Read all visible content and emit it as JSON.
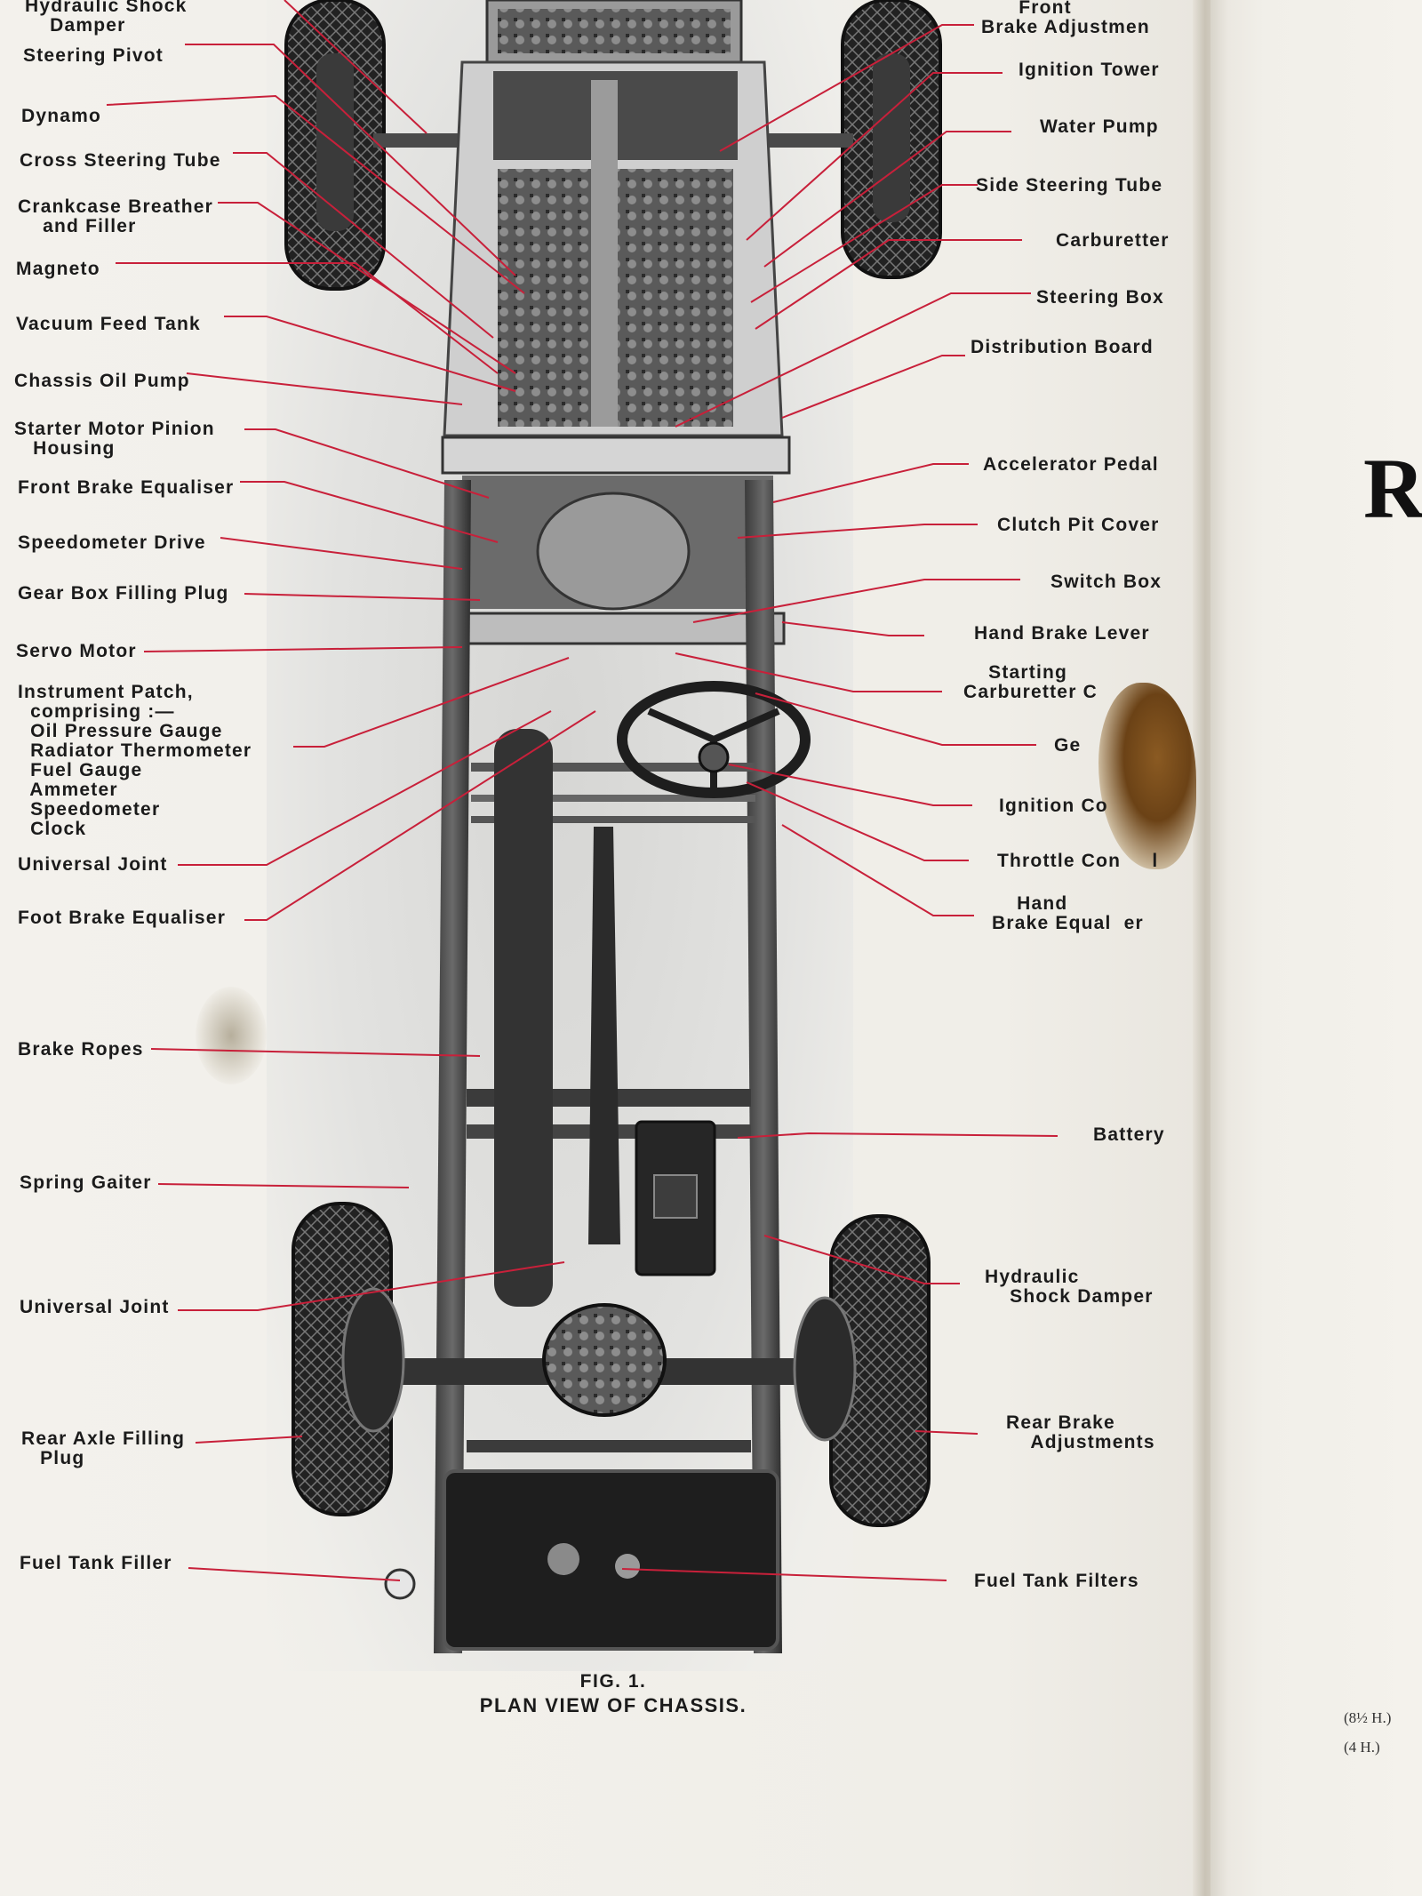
{
  "labels_left": [
    {
      "id": "hydraulic-shock-damper-front",
      "text": "Hydraulic Shock\n    Damper"
    },
    {
      "id": "steering-pivot",
      "text": "Steering Pivot"
    },
    {
      "id": "dynamo",
      "text": "Dynamo"
    },
    {
      "id": "cross-steering-tube",
      "text": "Cross Steering Tube"
    },
    {
      "id": "crankcase-breather",
      "text": "Crankcase Breather\n    and Filler"
    },
    {
      "id": "magneto",
      "text": "Magneto"
    },
    {
      "id": "vacuum-feed-tank",
      "text": "Vacuum Feed Tank"
    },
    {
      "id": "chassis-oil-pump",
      "text": "Chassis Oil Pump"
    },
    {
      "id": "starter-motor-pinion",
      "text": "Starter Motor Pinion\n   Housing"
    },
    {
      "id": "front-brake-equaliser",
      "text": "Front Brake Equaliser"
    },
    {
      "id": "speedometer-drive",
      "text": "Speedometer Drive"
    },
    {
      "id": "gear-box-filling-plug",
      "text": "Gear Box Filling Plug"
    },
    {
      "id": "servo-motor",
      "text": "Servo Motor"
    },
    {
      "id": "instrument-patch",
      "text": "Instrument Patch,\n  comprising :—\n  Oil Pressure Gauge\n  Radiator Thermometer\n  Fuel Gauge\n  Ammeter\n  Speedometer\n  Clock"
    },
    {
      "id": "universal-joint-front",
      "text": "Universal Joint"
    },
    {
      "id": "foot-brake-equaliser",
      "text": "Foot Brake Equaliser"
    },
    {
      "id": "brake-ropes",
      "text": "Brake Ropes"
    },
    {
      "id": "spring-gaiter",
      "text": "Spring Gaiter"
    },
    {
      "id": "universal-joint-rear",
      "text": "Universal Joint"
    },
    {
      "id": "rear-axle-filling-plug",
      "text": "Rear Axle Filling\n   Plug"
    },
    {
      "id": "fuel-tank-filler",
      "text": "Fuel Tank Filler"
    }
  ],
  "labels_right": [
    {
      "id": "front-brake-adjustment",
      "text": "      Front\nBrake Adjustmen"
    },
    {
      "id": "ignition-tower",
      "text": "Ignition Tower"
    },
    {
      "id": "water-pump",
      "text": "Water Pump"
    },
    {
      "id": "side-steering-tube",
      "text": "Side Steering Tube"
    },
    {
      "id": "carburetter",
      "text": "Carburetter"
    },
    {
      "id": "steering-box",
      "text": "Steering Box"
    },
    {
      "id": "distribution-board",
      "text": "Distribution Board"
    },
    {
      "id": "accelerator-pedal",
      "text": "Accelerator Pedal"
    },
    {
      "id": "clutch-pit-cover",
      "text": "Clutch Pit Cover"
    },
    {
      "id": "switch-box",
      "text": "Switch Box"
    },
    {
      "id": "hand-brake-lever",
      "text": "Hand Brake Lever"
    },
    {
      "id": "starting-carburetter",
      "text": "    Starting\nCarburetter C"
    },
    {
      "id": "ge",
      "text": "Ge"
    },
    {
      "id": "ignition-control",
      "text": "Ignition Co"
    },
    {
      "id": "throttle-control",
      "text": "Throttle Con     l"
    },
    {
      "id": "hand-brake-equaliser",
      "text": "    Hand\nBrake Equal  er"
    },
    {
      "id": "battery",
      "text": "Battery"
    },
    {
      "id": "hydraulic-shock-damper-rear",
      "text": "Hydraulic\n    Shock Damper"
    },
    {
      "id": "rear-brake-adjustments",
      "text": "Rear Brake\n    Adjustments"
    },
    {
      "id": "fuel-tank-filters",
      "text": "Fuel Tank Filters"
    }
  ],
  "caption": {
    "fig": "FIG. 1.",
    "title": "PLAN VIEW OF CHASSIS."
  },
  "right_page": {
    "big_letter": "R",
    "note_1": "(8½ H.)",
    "note_2": "(4 H.)"
  },
  "colors": {
    "leader_line": "#c8203a",
    "ink": "#1b1b1b",
    "paper": "#f0eee8"
  }
}
